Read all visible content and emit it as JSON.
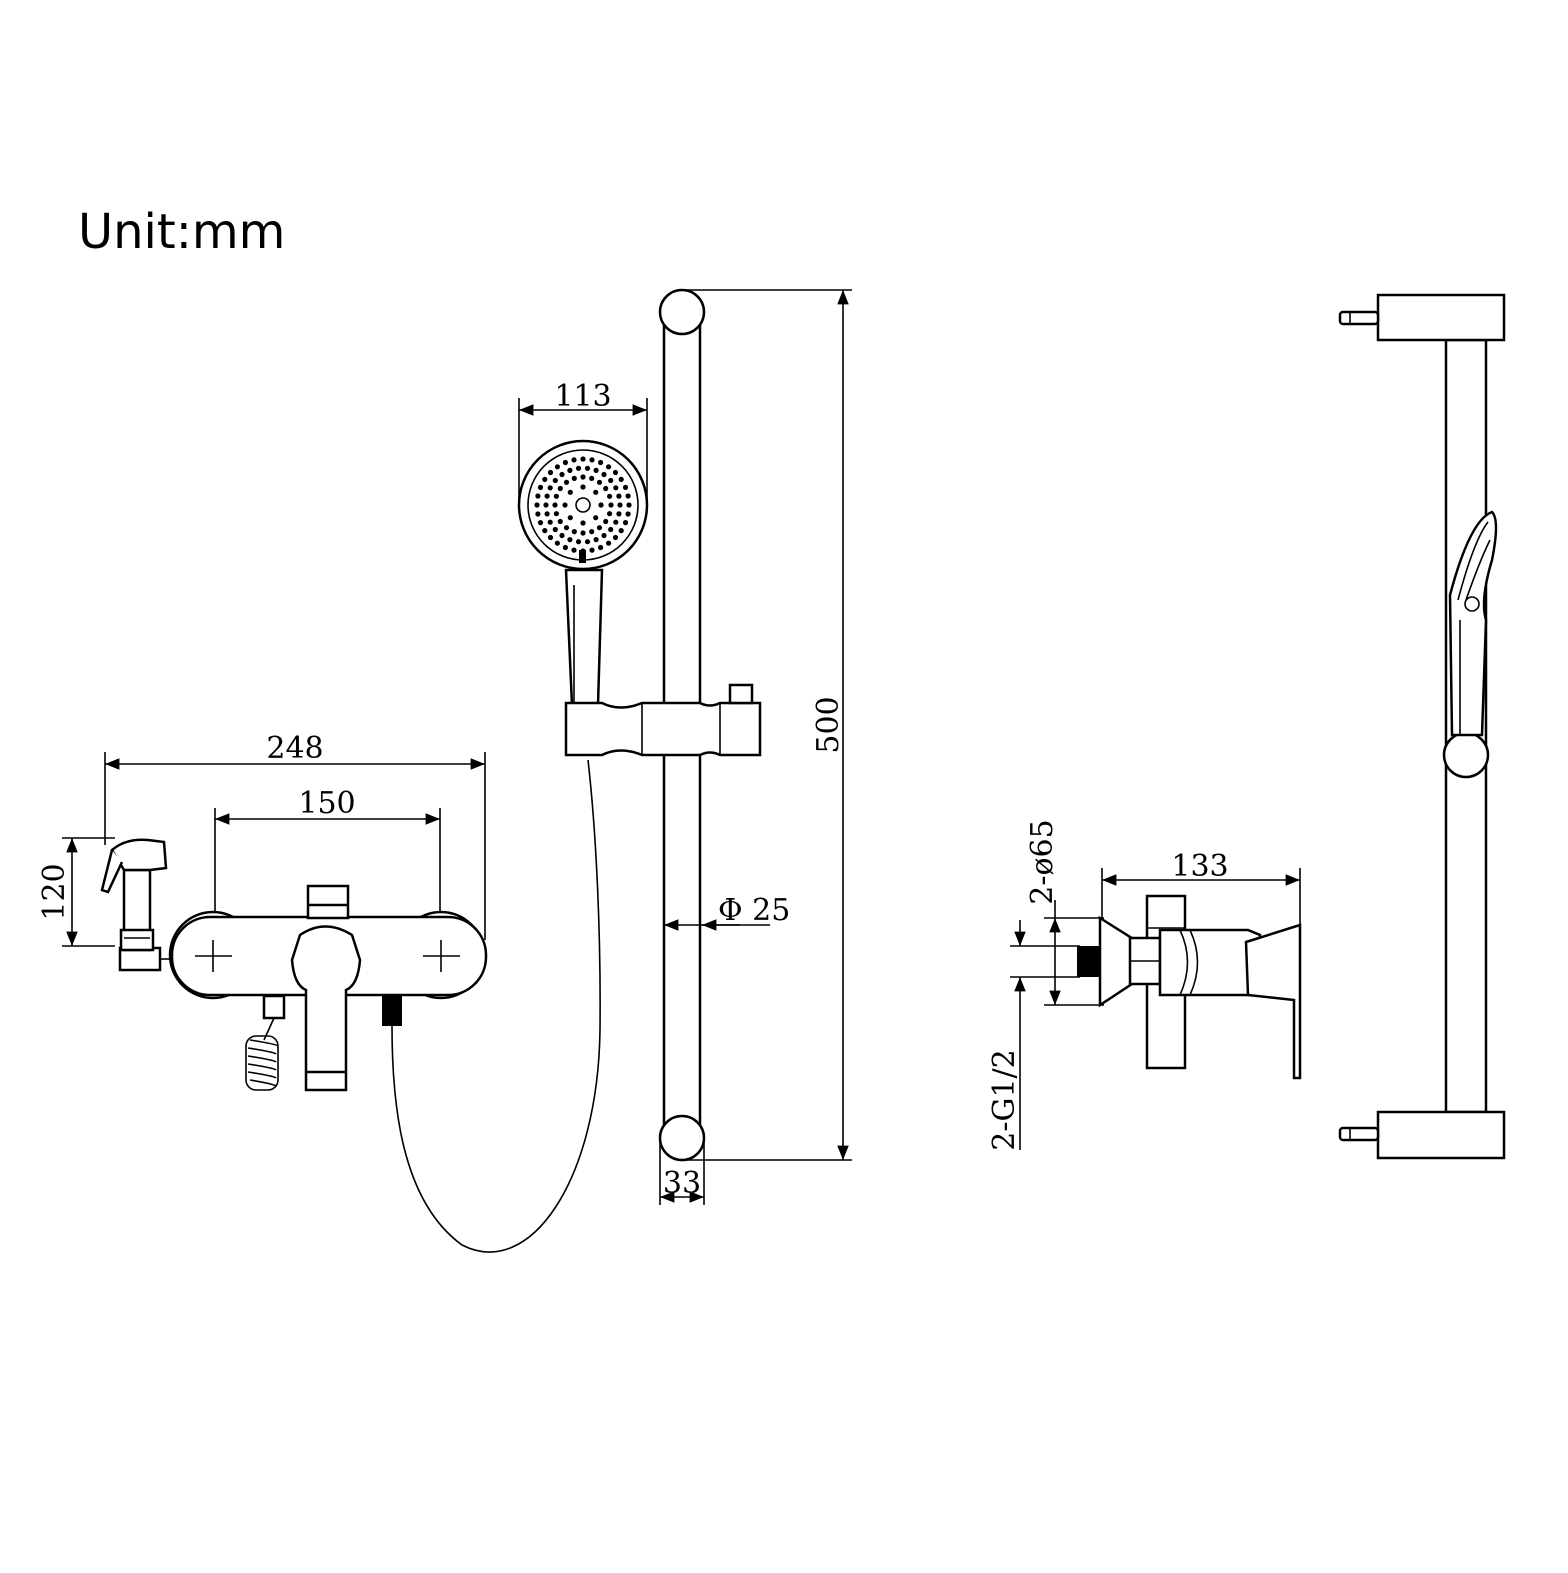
{
  "unit_label": "Unit:mm",
  "dimensions": {
    "mixer_total_width": "248",
    "mixer_inlet_spacing": "150",
    "sprayer_height": "120",
    "shower_head_diameter": "113",
    "rail_height": "500",
    "rail_diameter": "Φ 25",
    "rail_bracket_width": "33",
    "side_view_depth": "133",
    "escutcheon_diameter": "2-ø65",
    "inlet_thread": "2-G1/2"
  }
}
